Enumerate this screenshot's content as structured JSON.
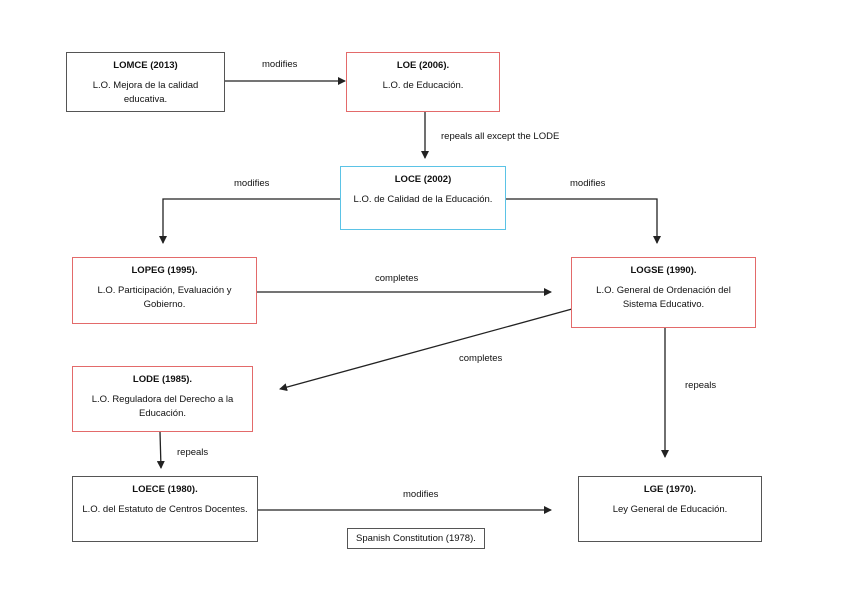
{
  "nodes": {
    "lomce": {
      "title": "LOMCE (2013)",
      "desc": "L.O. Mejora de la calidad educativa."
    },
    "loe": {
      "title": "LOE (2006).",
      "desc": "L.O. de Educación."
    },
    "loce": {
      "title": "LOCE (2002)",
      "desc": "L.O. de Calidad de la Educación."
    },
    "lopeg": {
      "title": "LOPEG (1995).",
      "desc": "L.O. Participación, Evaluación y Gobierno."
    },
    "logse": {
      "title": "LOGSE (1990).",
      "desc": "L.O. General de Ordenación del Sistema Educativo."
    },
    "lode": {
      "title": "LODE (1985).",
      "desc": "L.O. Reguladora del Derecho a la Educación."
    },
    "loece": {
      "title": "LOECE (1980).",
      "desc": "L.O. del Estatuto de Centros Docentes."
    },
    "lge": {
      "title": "LGE (1970).",
      "desc": "Ley General de Educación."
    }
  },
  "edges": {
    "lomce_loe": "modifies",
    "loe_loce": "repeals all except the LODE",
    "loce_lopeg": "modifies",
    "loce_logse": "modifies",
    "lopeg_logse": "completes",
    "logse_lode": "completes",
    "logse_lge": "repeals",
    "lode_loece": "repeals",
    "loece_lge": "modifies"
  },
  "note": "Spanish Constitution (1978).",
  "colors": {
    "red_border": "#e36a6a",
    "blue_border": "#5bc3e6",
    "gray_border": "#555555",
    "arrow": "#222222"
  }
}
